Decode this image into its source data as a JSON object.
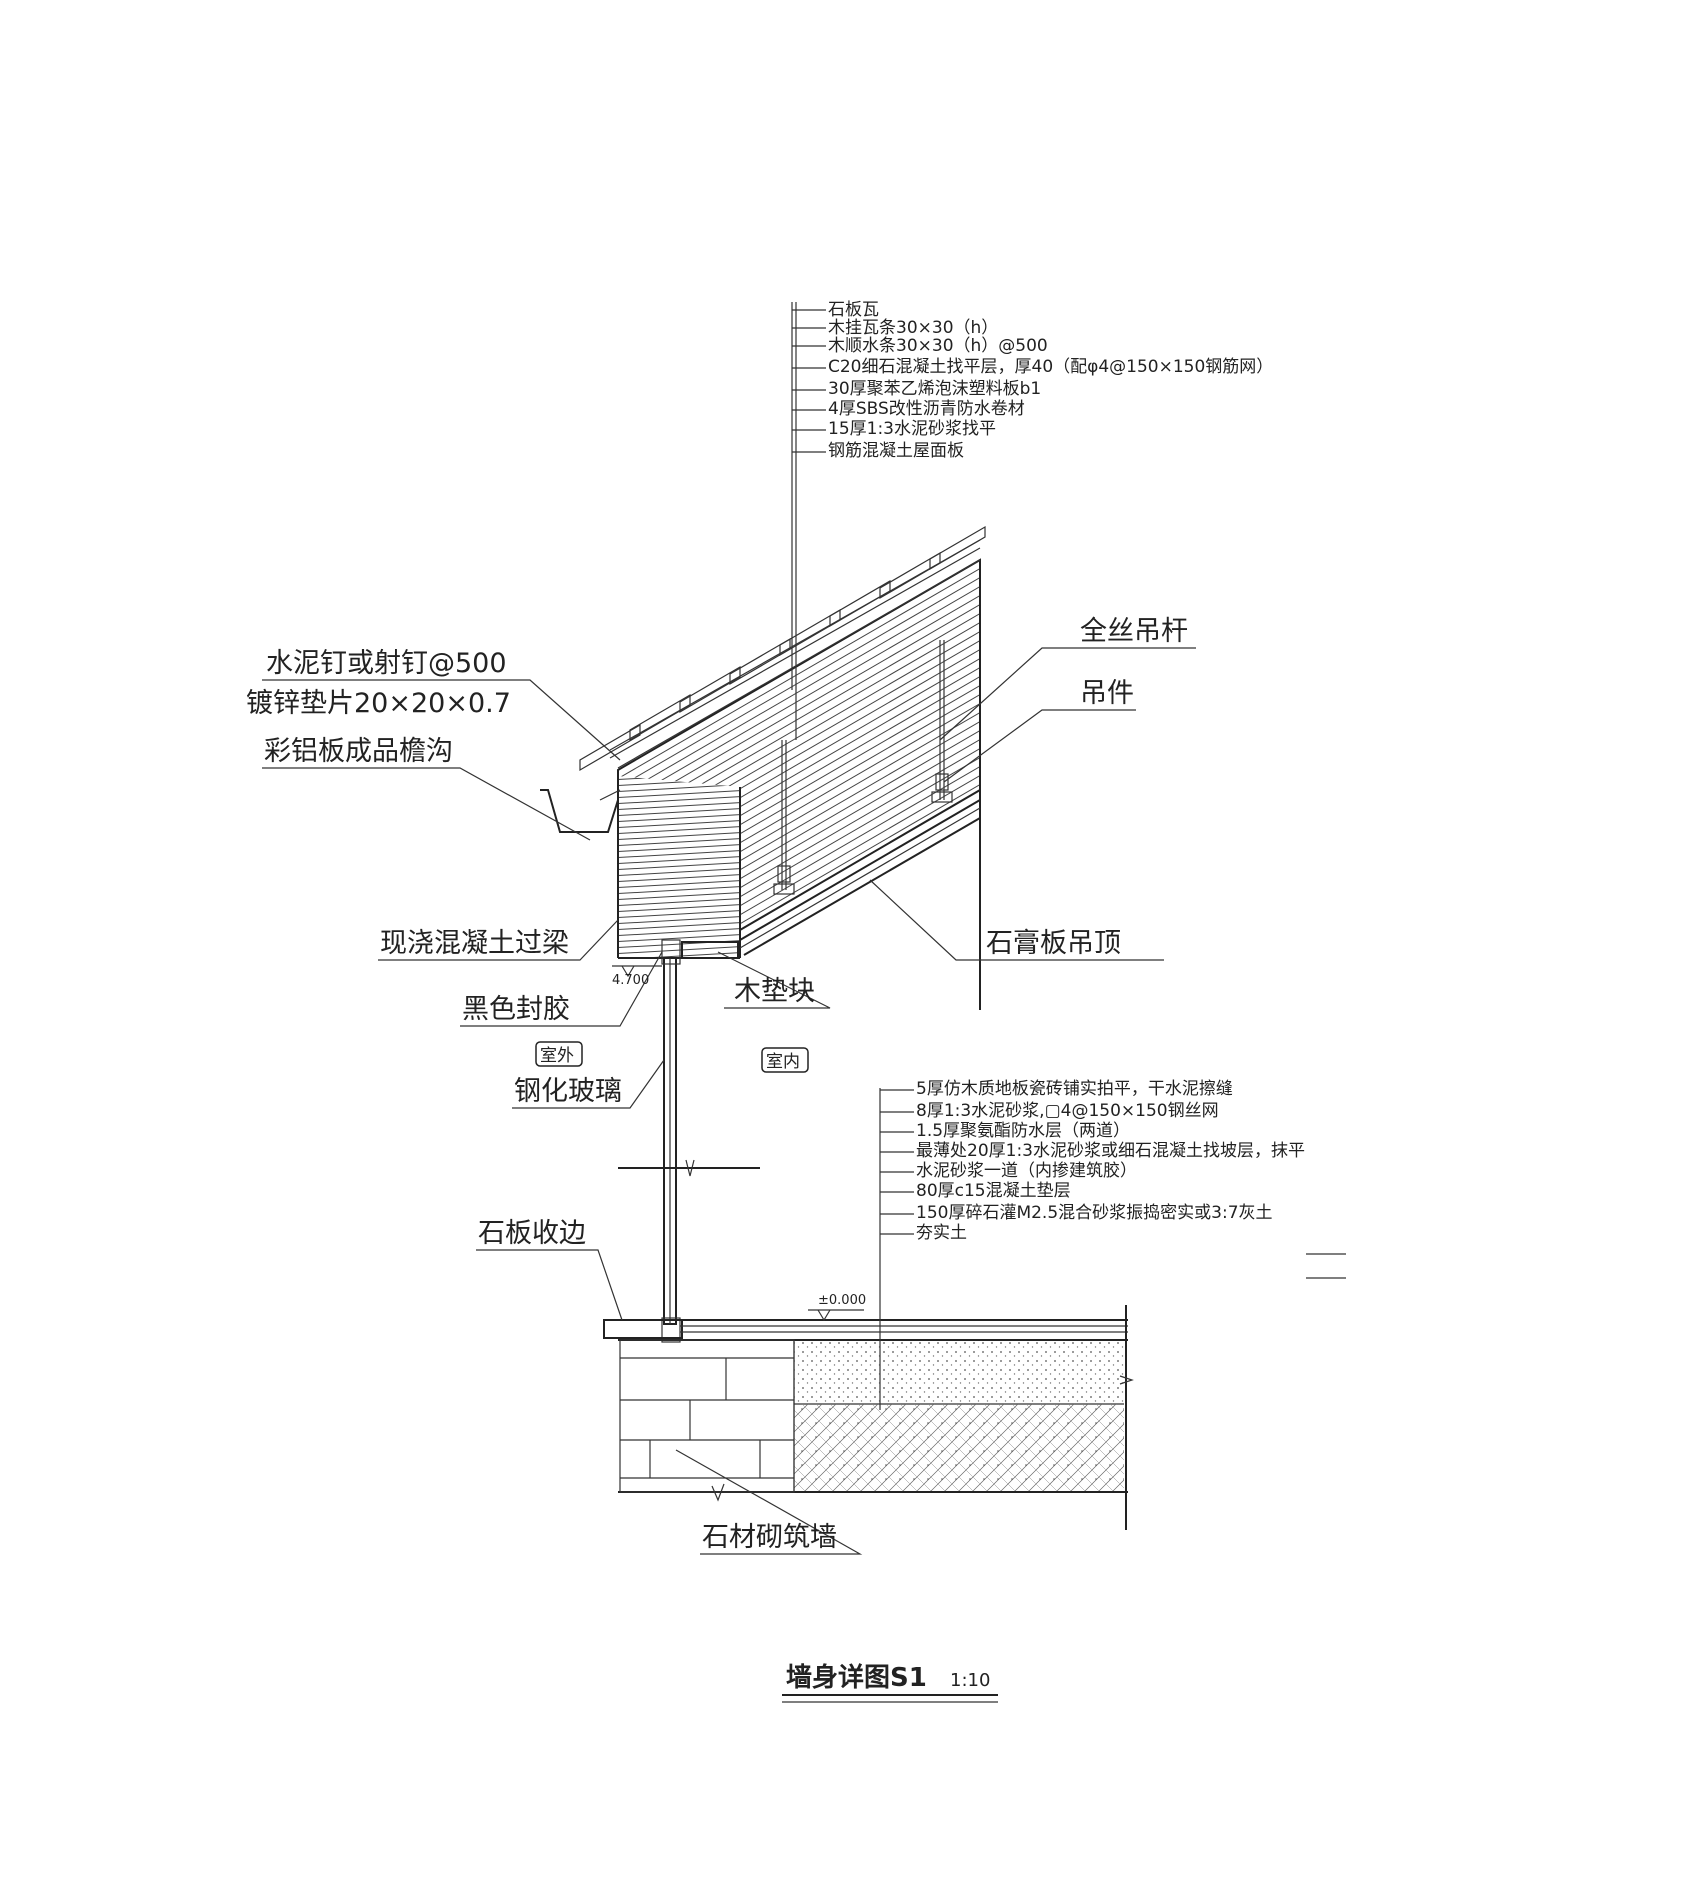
{
  "roof_layers": [
    "石板瓦",
    "木挂瓦条30×30（h）",
    "木顺水条30×30（h）@500",
    "C20细石混凝土找平层，厚40（配φ4@150×150钢筋网）",
    "30厚聚苯乙烯泡沫塑料板b1",
    "4厚SBS改性沥青防水卷材",
    "15厚1:3水泥砂浆找平",
    "钢筋混凝土屋面板"
  ],
  "floor_layers": [
    "5厚仿木质地板瓷砖铺实拍平，干水泥擦缝",
    "8厚1:3水泥砂浆,▢4@150×150钢丝网",
    "1.5厚聚氨酯防水层（两道）",
    "最薄处20厚1:3水泥砂浆或细石混凝土找坡层，抹平",
    "水泥砂浆一道（内掺建筑胶）",
    "80厚c15混凝土垫层",
    "150厚碎石灌M2.5混合砂浆振捣密实或3:7灰土",
    "夯实土"
  ],
  "labels": {
    "nail": "水泥钉或射钉@500",
    "washer": "镀锌垫片20×20×0.7",
    "gutter": "彩铝板成品檐沟",
    "lintel": "现浇混凝土过梁",
    "sealant": "黑色封胶",
    "outdoor": "室外",
    "glass": "钢化玻璃",
    "stone_edge": "石板收边",
    "masonry": "石材砌筑墙",
    "hanger_rod": "全丝吊杆",
    "hanger": "吊件",
    "ceiling": "石膏板吊顶",
    "wood_block": "木垫块",
    "indoor": "室内",
    "elev_top": "4.700",
    "elev_floor": "±0.000"
  },
  "title": {
    "text": "墙身详图S1",
    "scale": "1:10"
  }
}
